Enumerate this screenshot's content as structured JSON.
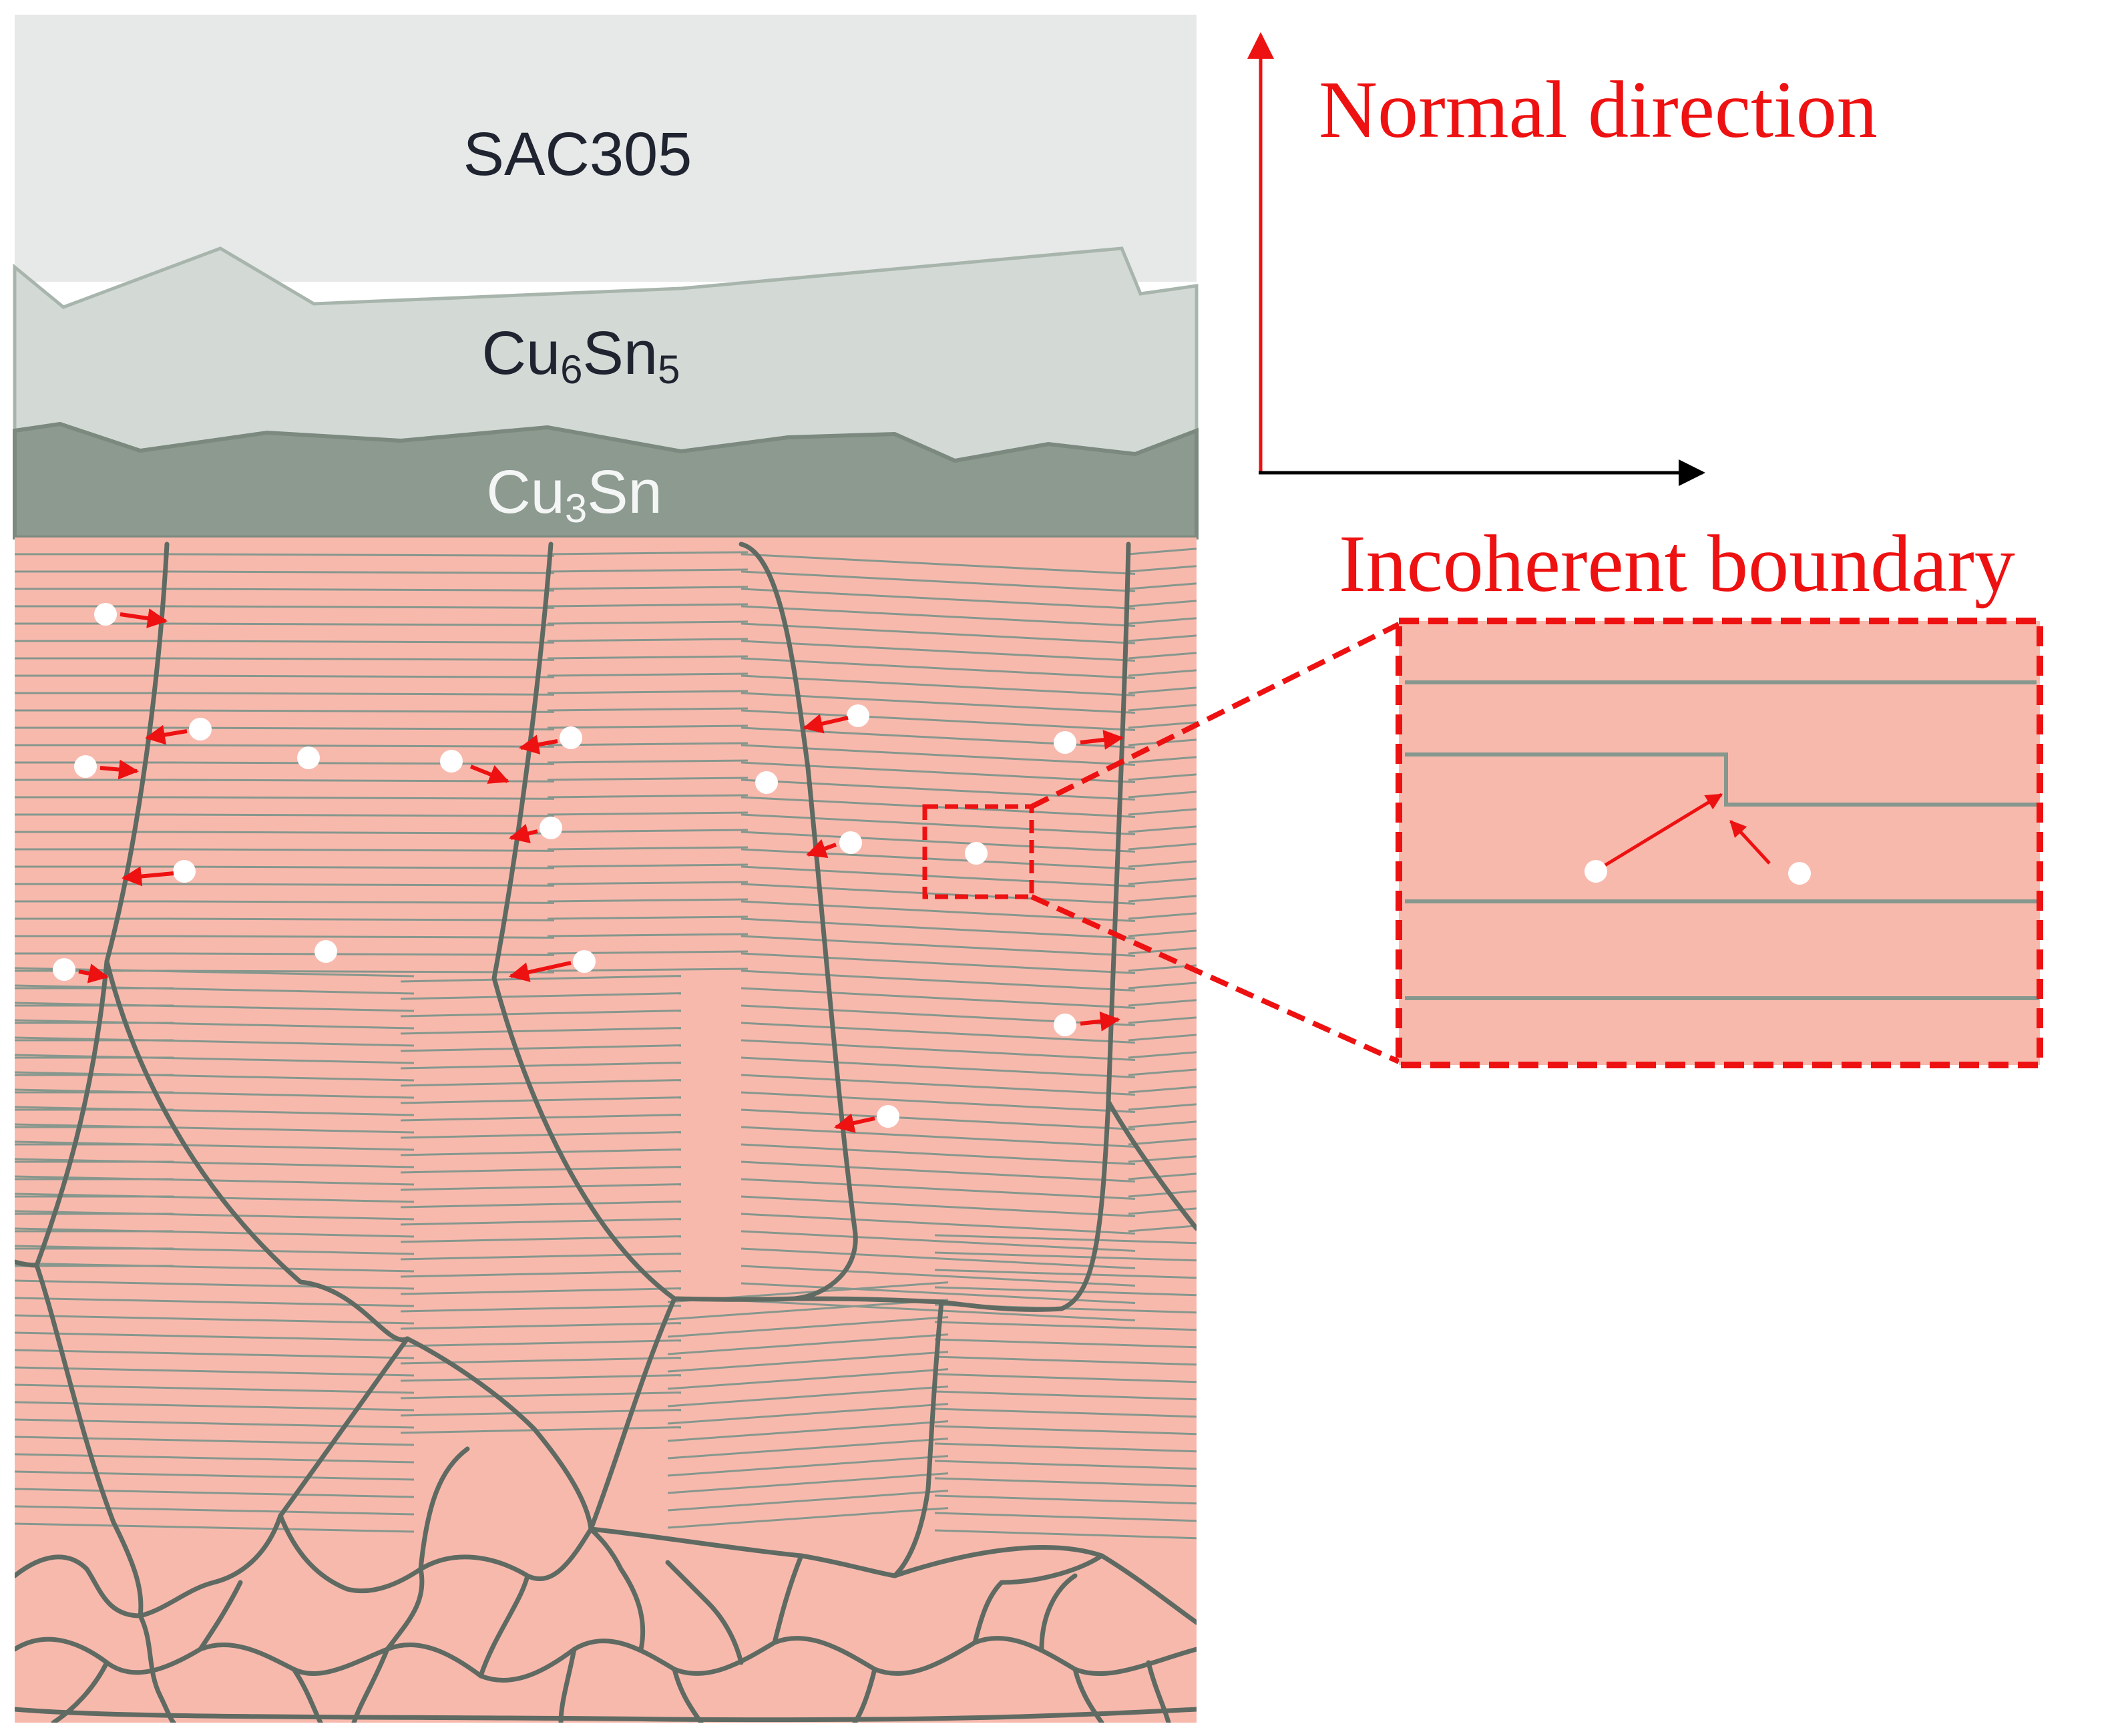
{
  "layers": [
    {
      "id": "solder",
      "label": "SAC305",
      "sub": "",
      "tail": "",
      "color": "#e7e9e8",
      "text_color": "#1f2430"
    },
    {
      "id": "imc1",
      "label": "Cu",
      "sub": "6",
      "tail": "Sn",
      "sub2": "5",
      "color": "#d3dad6",
      "text_color": "#1f2430"
    },
    {
      "id": "imc2",
      "label": "Cu",
      "sub": "3",
      "tail": "Sn",
      "sub2": "",
      "color": "#8c9a90",
      "text_color": "#f4f6f5"
    }
  ],
  "substrate_color": "#f8b9ad",
  "boundary_color": "#5f6a62",
  "twin_line_color": "#86978d",
  "annotation_color": "#ee1111",
  "axes": {
    "vertical_label": "Normal direction",
    "vertical_arrow_color": "#ee1111",
    "horizontal_arrow_color": "#000000"
  },
  "inset": {
    "title": "Incoherent boundary"
  }
}
